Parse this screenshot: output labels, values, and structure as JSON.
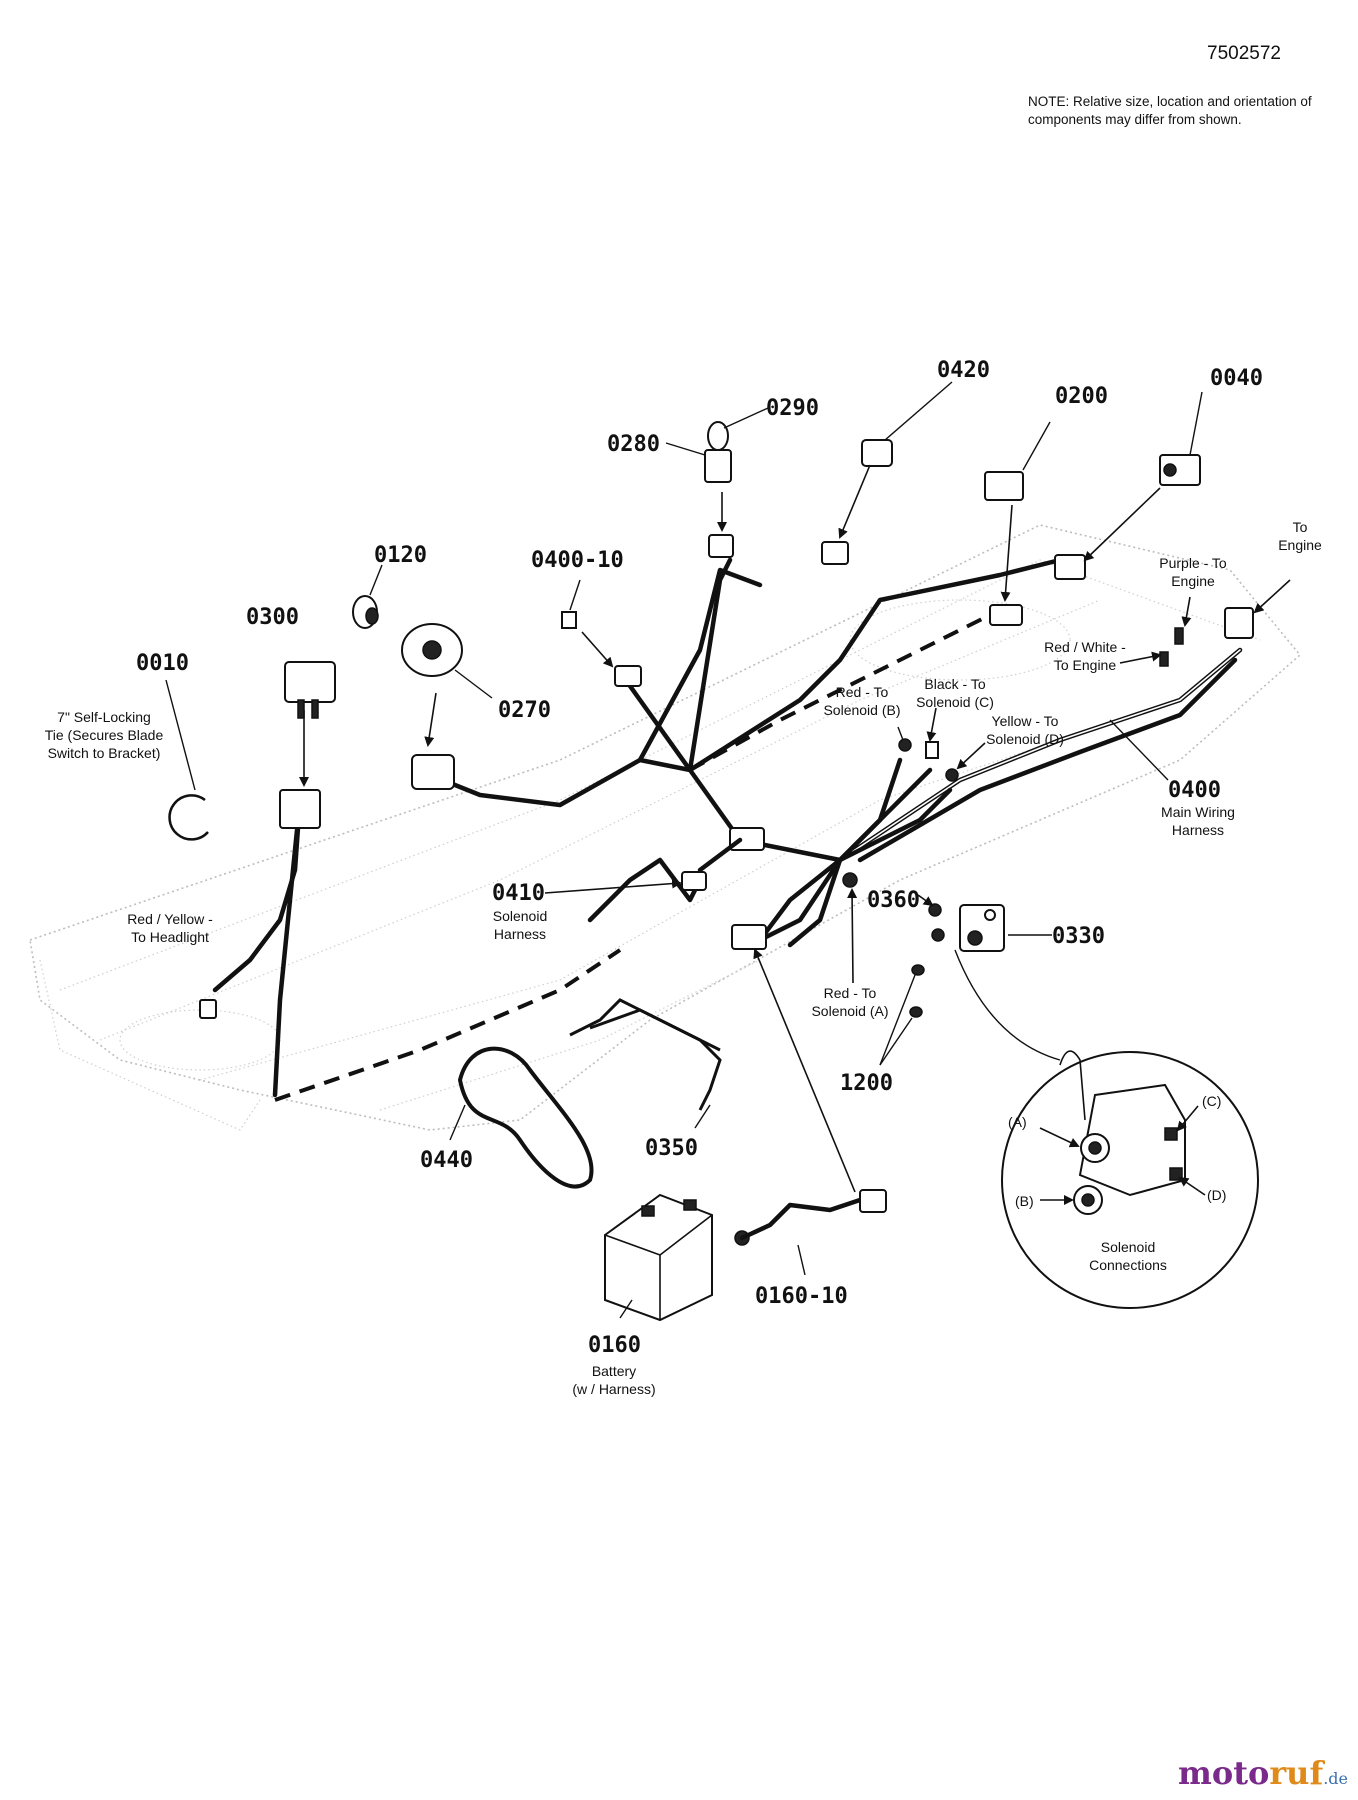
{
  "doc_number": "7502572",
  "note": [
    "NOTE: Relative size, location and orientation of",
    "components may differ from shown."
  ],
  "parts": {
    "p0010": "0010",
    "p0040": "0040",
    "p0120": "0120",
    "p0160": "0160",
    "p0160_10": "0160-10",
    "p0200": "0200",
    "p0270": "0270",
    "p0280": "0280",
    "p0290": "0290",
    "p0300": "0300",
    "p0330": "0330",
    "p0350": "0350",
    "p0360": "0360",
    "p0400": "0400",
    "p0400_10": "0400-10",
    "p0410": "0410",
    "p0420": "0420",
    "p0440": "0440",
    "p1200": "1200"
  },
  "captions": {
    "tie": [
      "7\" Self-Locking",
      "Tie (Secures Blade",
      "Switch to Bracket)"
    ],
    "headlight": [
      "Red / Yellow -",
      "To Headlight"
    ],
    "solenoid_harness": [
      "Solenoid",
      "Harness"
    ],
    "red_a": [
      "Red - To",
      "Solenoid (A)"
    ],
    "red_b": [
      "Red - To",
      "Solenoid (B)"
    ],
    "black_c": [
      "Black - To",
      "Solenoid (C)"
    ],
    "yellow_d": [
      "Yellow - To",
      "Solenoid (D)"
    ],
    "red_white": [
      "Red / White -",
      "To Engine"
    ],
    "purple": [
      "Purple - To",
      "Engine"
    ],
    "to_engine": [
      "To",
      "Engine"
    ],
    "main_harness": [
      "Main Wiring",
      "Harness"
    ],
    "battery": [
      "Battery",
      "(w / Harness)"
    ],
    "sol_conn": [
      "Solenoid",
      "Connections"
    ],
    "term_a": "(A)",
    "term_b": "(B)",
    "term_c": "(C)",
    "term_d": "(D)"
  },
  "watermark": {
    "part1": "moto",
    "part2": "ruf",
    "tld": ".de"
  }
}
